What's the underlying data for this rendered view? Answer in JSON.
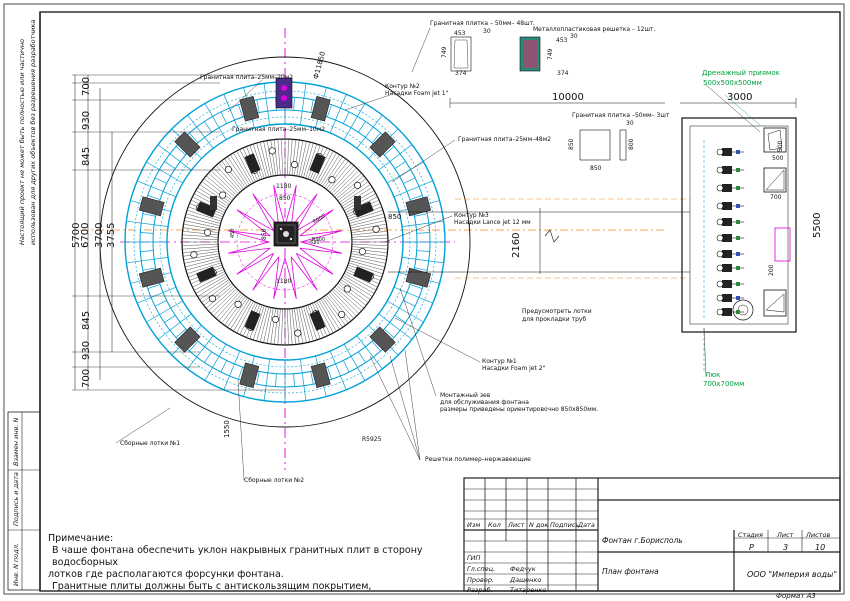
{
  "side_note": {
    "line1": "Настоящий проект не может быть полностью или частично",
    "line2": "использован для других объектов без разрешения разработчика"
  },
  "side_fields": [
    "Взамен инв. N",
    "Подпись и дата",
    "Инв. N подл."
  ],
  "drawing": {
    "dim_top_10000": "10000",
    "dim_top_3000": "3000",
    "dim_side_5500": "5500",
    "dim_2160": "2160",
    "dims_left": [
      "700",
      "930",
      "845",
      "3700",
      "5700",
      "6700",
      "3755",
      "845",
      "930",
      "700"
    ],
    "dim_1550": "1550",
    "dim_5925": "R5925",
    "dim_phi_11850": "Ф11850",
    "dim_1180_top": "1180",
    "dim_1180_bottom": "1180",
    "dim_850_a": "850",
    "dim_850_b": "850",
    "dim_850_c": "850",
    "dim_450": "450",
    "dim_620": "620",
    "dim_r600": "R600",
    "dim_r900": "R900",
    "box_850_w": "850",
    "box_850_h": "850",
    "box_850_h2": "800",
    "box_30": "30",
    "tile_453": "453",
    "tile_374": "374",
    "tile_749": "749",
    "tile_30": "30",
    "grate_453": "453",
    "grate_374": "374",
    "grate_749": "749",
    "grate_30": "30",
    "pit_500a": "500",
    "pit_500b": "500",
    "pit_700": "700",
    "pit_200": "200",
    "labels": {
      "granite_tile_48": "Гранитная плитка – 50мм– 48шт.",
      "metal_grate": "Металлопластиковая решетка – 12шт.",
      "granite_plate_20": "Гранитная плита–25мм–20м2",
      "contour2": "Контур №2",
      "contour2_nozzles": "Насадки Foam jet 1\"",
      "granite_plate_10": "Гранитная плита–25мм–10м2",
      "granite_plate_48": "Гранитная плита–25мм–48м2",
      "granite_tile_3": "Гранитная плитка –50мм– 3шт",
      "contour3": "Контур №3",
      "contour3_nozzles": "Насадки Lance jet 12 мм",
      "drain_pit": "Дренажный приямок",
      "drain_pit_size": "500x500x500мм",
      "provide_trays": "Предусмотреть лотки",
      "provide_trays2": "для прокладки труб",
      "contour1": "Контур №1",
      "contour1_nozzles": "Насадки Foam jet 2\"",
      "hatch": "Люк",
      "hatch_size": "700x700мм",
      "mount_box": "Монтажный зев",
      "mount_box2": "для обслуживания фонтана",
      "mount_box3": "размеры приведены ориентировочно 850x850мм.",
      "grates_poly": "Решетки полимер–нержавеющие",
      "trays1": "Сборные лотки №1",
      "trays2": "Сборные лотки №2"
    }
  },
  "notes": {
    "heading": "Примечание:",
    "line1": "В чаше фонтана обеспечить уклон накрывных гранитных плит в сторону водосборных",
    "line2": "лотков где располагаются форсунки фонтана.",
    "line3": "Гранитные плиты должны быть с антискользящим покрытием,"
  },
  "stamp": {
    "headers": [
      "Изм",
      "Кол",
      "Лист",
      "N док",
      "Подпись",
      "Дата"
    ],
    "roles": [
      "ГИП",
      "Гл.спец.",
      "Провер.",
      "Разраб."
    ],
    "names": [
      "",
      "Федчук",
      "Дащенко",
      "Титаренко"
    ],
    "project": "Фонтан г.Борисполь",
    "sheet_title": "План фонтана",
    "stage_label": "Стадия",
    "sheet_label": "Лист",
    "sheets_label": "Листов",
    "stage": "Р",
    "sheet": "3",
    "sheets": "10",
    "company": "ООО \"Империя воды\"",
    "format": "Формат А3"
  },
  "colors": {
    "cyan": "#00a0d8",
    "magenta": "#e000e0",
    "orange": "#f08a20",
    "green": "#00a040",
    "dark": "#111111"
  }
}
